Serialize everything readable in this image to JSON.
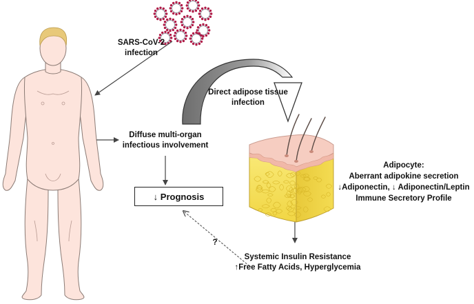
{
  "labels": {
    "infection": [
      "SARS-CoV-2",
      "infection"
    ],
    "direct_adipose": [
      "Direct adipose tissue",
      "infection"
    ],
    "multiorgan": [
      "Diffuse multi-organ",
      "infectious involvement"
    ],
    "prognosis": "↓ Prognosis",
    "question": "?",
    "adipocyte": [
      "Adipocyte:",
      "Aberrant adipokine secretion",
      "↓Adiponectin, ↓ Adiponectin/Leptin",
      "Immune Secretory Profile"
    ],
    "insulin": [
      "Systemic Insulin Resistance",
      "↑Free Fatty Acids, Hyperglycemia"
    ]
  },
  "colors": {
    "skin": "#fde4dc",
    "skin_outline": "#8a7a74",
    "hair": "#e8c97a",
    "virus_body": "#ffffff",
    "virus_spike": "#b01c48",
    "fat_yellow": "#f5df58",
    "fat_cell_line": "#d9b82a",
    "dermis": "#f6cdc1",
    "arrow": "#444444",
    "curved_arrow_fill": "#8c8c8c"
  }
}
